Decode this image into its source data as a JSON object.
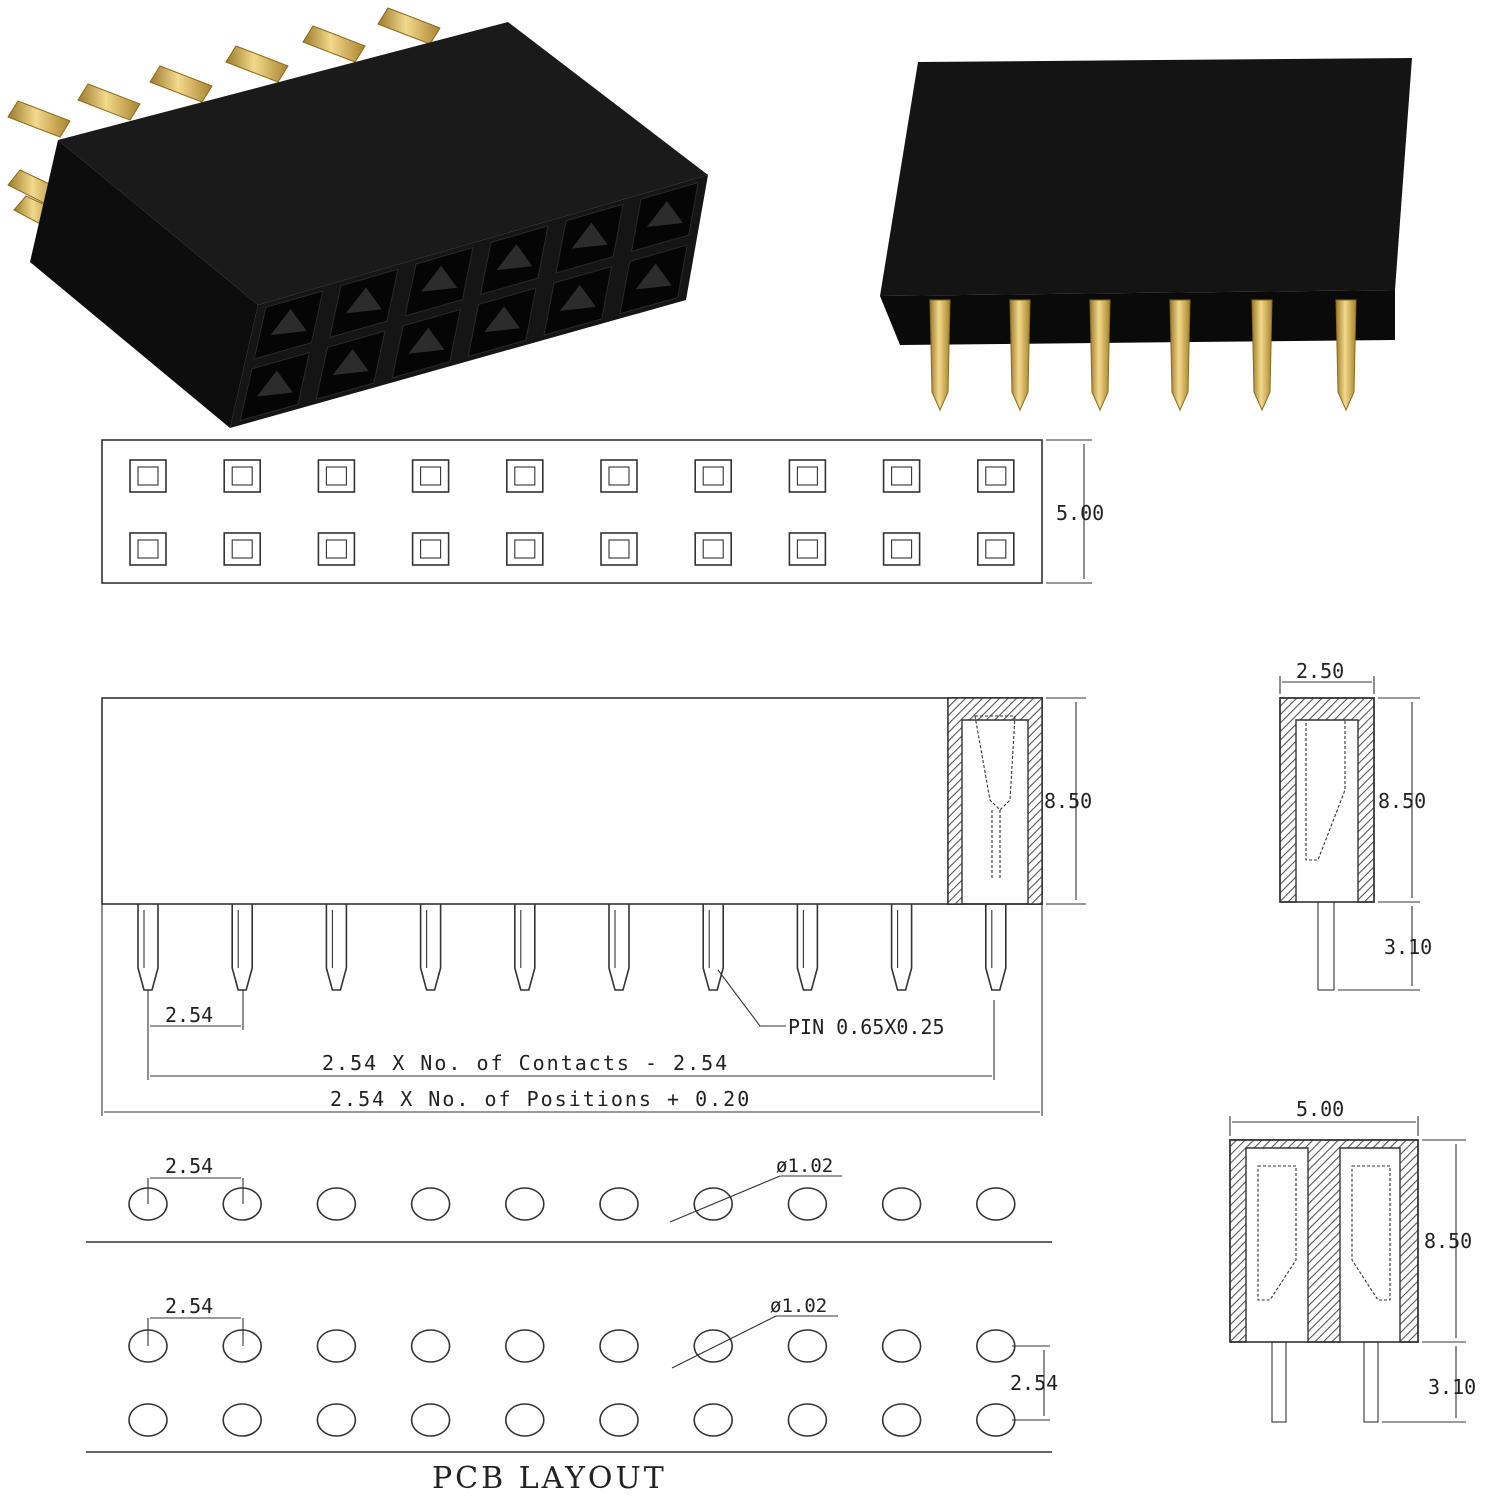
{
  "labels": {
    "width_5_00": "5.00",
    "height_8_50": "8.50",
    "tail_3_10": "3.10",
    "side_2_50": "2.50",
    "pitch_2_54": "2.54",
    "pin_spec": "PIN 0.65X0.25",
    "contacts_formula": "2.54 X No. of Contacts - 2.54",
    "positions_formula": "2.54 X No. of Positions + 0.20",
    "hole_dia": "ø1.02",
    "pcb_title": "PCB LAYOUT"
  },
  "colors": {
    "housing": "#121212",
    "gold": "#d9b45a",
    "line": "#333333"
  },
  "counts": {
    "positions_per_row": 10
  }
}
